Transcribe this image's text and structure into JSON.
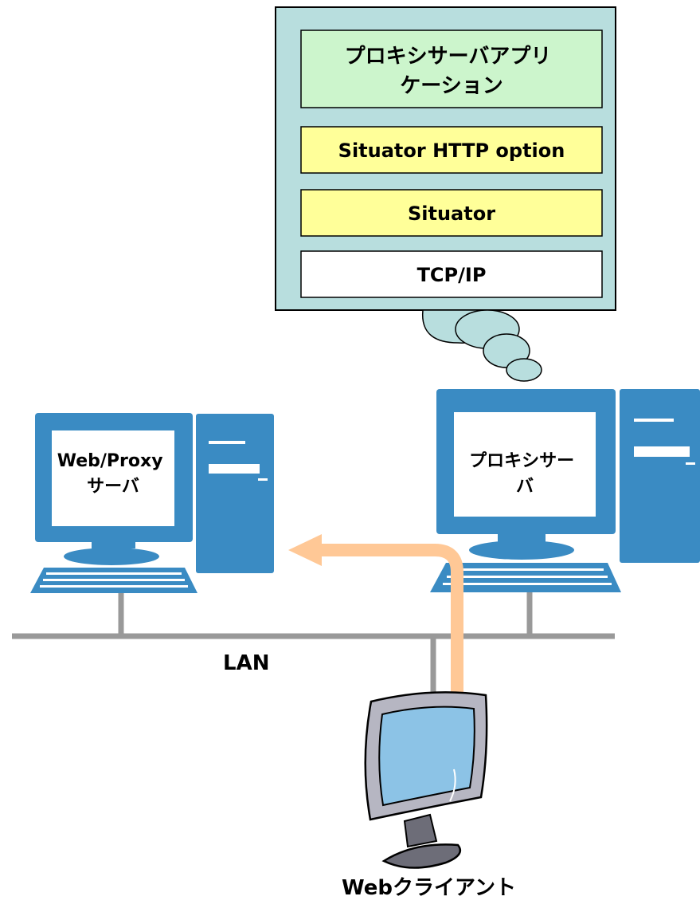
{
  "stack": {
    "layers": [
      {
        "lines": [
          "プロキシサーバアプリ",
          "ケーション"
        ]
      },
      {
        "lines": [
          "Situator HTTP option"
        ]
      },
      {
        "lines": [
          "Situator"
        ]
      },
      {
        "lines": [
          "TCP/IP"
        ]
      }
    ]
  },
  "left_server": {
    "lines": [
      "Web/Proxy",
      "サーバ"
    ]
  },
  "right_server": {
    "lines": [
      "プロキシサー",
      "バ"
    ]
  },
  "network": {
    "label": "LAN"
  },
  "client": {
    "label": "Webクライアント"
  },
  "colors": {
    "outer_box": "#b8dede",
    "layer_app": "#ccf5cc",
    "layer_situator": "#ffff99",
    "layer_tcp": "#ffffff",
    "computer_blue": "#3a8bc3",
    "lan_line": "#999999",
    "arrow": "#ffc896",
    "monitor_screen": "#8cc3e6"
  }
}
